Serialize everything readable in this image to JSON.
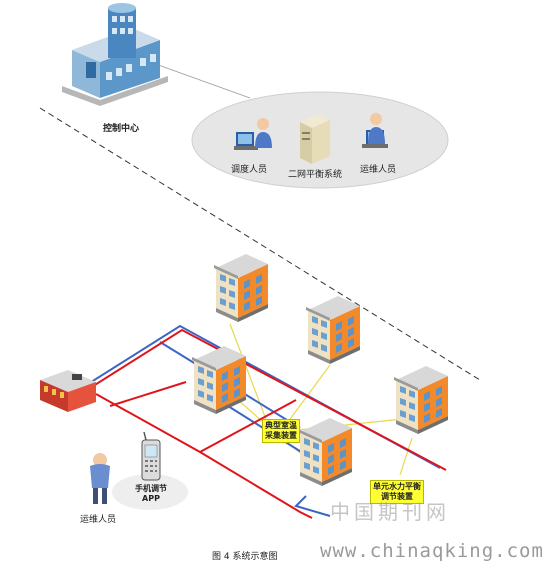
{
  "control_center": {
    "label": "控制中心",
    "dispatcher_label": "调度人员",
    "system_label": "二网平衡系统",
    "maintainer_label": "运维人员"
  },
  "field": {
    "gateway_label": "典型室温\n采集装置",
    "unit_device_label": "单元水力平衡\n调节装置",
    "app_label": "手机调节\nAPP",
    "operator_label": "运维人员"
  },
  "caption": "图 4 系统示意图",
  "watermark": "www.chinaqking.com",
  "watermark_cn": "中国期刊网",
  "colors": {
    "supply_pipe": "#e0141a",
    "return_pipe": "#3a66c8",
    "signal_line": "#e8d84a",
    "building_wall": "#f28a2c"
  }
}
